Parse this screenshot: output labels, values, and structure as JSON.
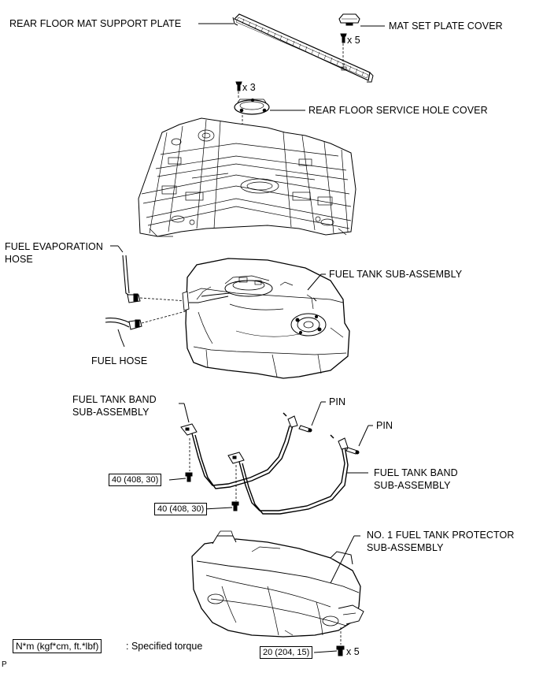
{
  "labels": {
    "rear_floor_mat_support_plate": "REAR FLOOR MAT SUPPORT PLATE",
    "mat_set_plate_cover": "MAT SET PLATE COVER",
    "rear_floor_service_hole_cover": "REAR FLOOR SERVICE HOLE COVER",
    "fuel_evaporation_hose_1": "FUEL EVAPORATION",
    "fuel_evaporation_hose_2": "HOSE",
    "fuel_tank_sub_assembly": "FUEL TANK SUB-ASSEMBLY",
    "fuel_hose": "FUEL HOSE",
    "fuel_tank_band_left_1": "FUEL TANK BAND",
    "fuel_tank_band_left_2": "SUB-ASSEMBLY",
    "pin_upper": "PIN",
    "pin_lower": "PIN",
    "fuel_tank_band_right_1": "FUEL TANK BAND",
    "fuel_tank_band_right_2": "SUB-ASSEMBLY",
    "protector_1": "NO. 1 FUEL TANK PROTECTOR",
    "protector_2": "SUB-ASSEMBLY"
  },
  "quantities": {
    "mat_cover_clips": "x 5",
    "service_hole_clips": "x 3",
    "protector_bolts": "x 5"
  },
  "torques": {
    "band_bolt_left": "40 (408, 30)",
    "band_bolt_center": "40 (408, 30)",
    "protector_bolt": "20 (204, 15)"
  },
  "legend": {
    "unit_box": "N*m (kgf*cm, ft.*lbf)",
    "text": ": Specified torque"
  },
  "corner_mark": "P"
}
